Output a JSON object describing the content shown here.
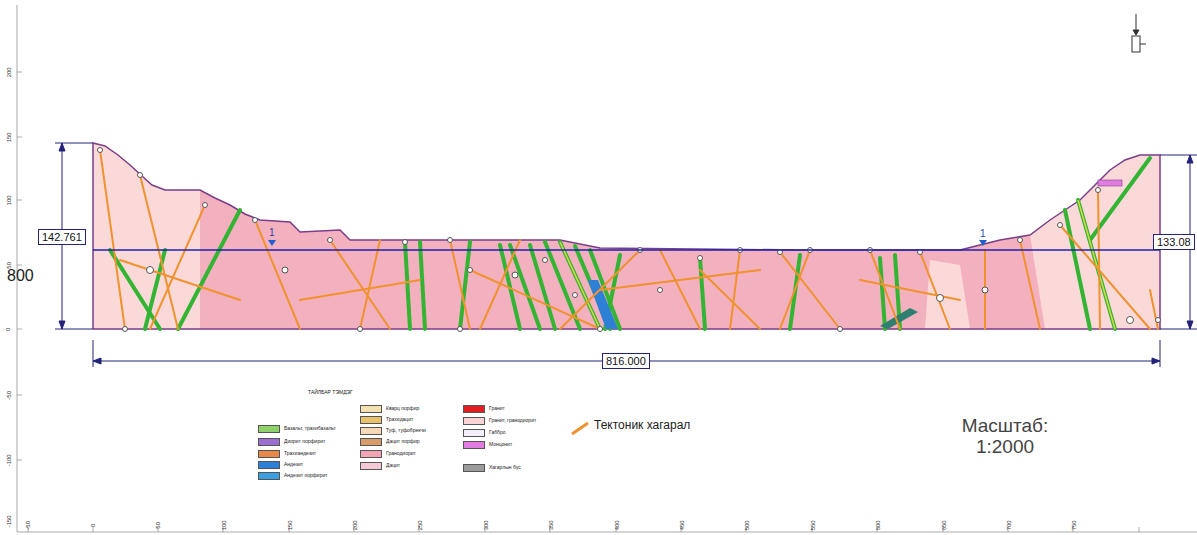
{
  "diagram": {
    "labels": [
      "142.761",
      "133.08",
      "816.000",
      "1",
      "1",
      "Масштаб: 1:2000",
      "ТАЙЛБАР ТЭМДЭГ",
      "200",
      "150",
      "100",
      "50",
      "0",
      "-50",
      "-100",
      "-150",
      "-50",
      "0",
      "50",
      "100",
      "150",
      "200",
      "250",
      "300",
      "350",
      "400",
      "450",
      "500",
      "550",
      "600",
      "650",
      "700",
      "750",
      "800"
    ],
    "legend": [
      {
        "text": "Базальт, трахибазальт",
        "color": "#8fd16a"
      },
      {
        "text": "Диорит порфирит",
        "color": "#9b6fd1"
      },
      {
        "text": "Трахиандезит",
        "color": "#e8894a"
      },
      {
        "text": "Андезит",
        "color": "#2e7fd6"
      },
      {
        "text": "Андезит порфирит",
        "color": "#3aa0e0"
      },
      {
        "text": "Кварц порфир",
        "color": "#f3e2b0"
      },
      {
        "text": "Трахидацит",
        "color": "#e8c26a"
      },
      {
        "text": "Туф, туфобрекчи",
        "color": "#f7d9b8"
      },
      {
        "text": "Дацит порфир",
        "color": "#d99a6c"
      },
      {
        "text": "Гранодиорит",
        "color": "#f2a5b4"
      },
      {
        "text": "Дацит",
        "color": "#f5c9d5"
      },
      {
        "text": "Гранит",
        "color": "#e02020"
      },
      {
        "text": "Гранит, гранодиорит",
        "color": "#fad4d4"
      },
      {
        "text": "Габбро",
        "color": "#f3eef7"
      },
      {
        "text": "Монцонит",
        "color": "#e37ce0"
      },
      {
        "text": "Хагарлын бүс",
        "color": "#9b9b9b"
      },
      {
        "text": "Тектоник хагарал"
      }
    ]
  }
}
